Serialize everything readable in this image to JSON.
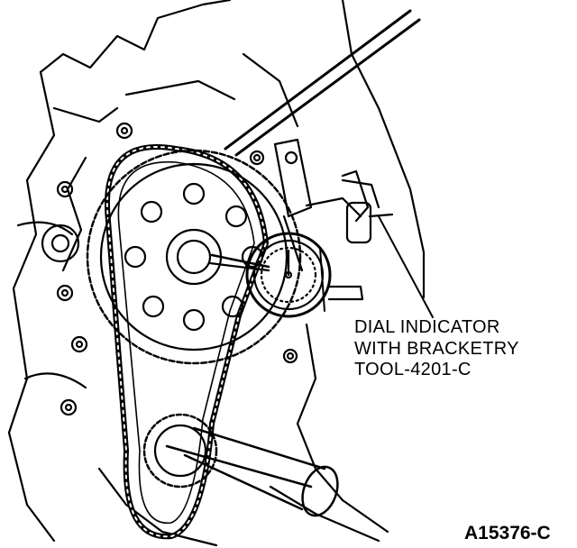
{
  "callout": {
    "lines": [
      "DIAL INDICATOR",
      "WITH BRACKETRY",
      "TOOL-4201-C"
    ]
  },
  "figure_ref": "A15376-C",
  "colors": {
    "ink": "#000000",
    "paper": "#ffffff"
  }
}
